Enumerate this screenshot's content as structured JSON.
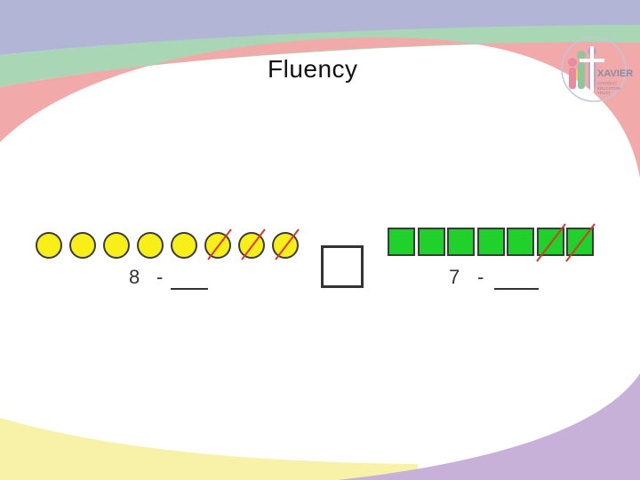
{
  "slide": {
    "title": "Fluency",
    "logo": {
      "name": "XAVIER",
      "subtitle_lines": [
        "CATHOLIC",
        "EDUCATION",
        "TRUST"
      ]
    },
    "colors": {
      "band_lavender": "#b3b5d6",
      "band_green": "#a9d7b6",
      "band_pink": "#f2a9a9",
      "band_yellow": "#f7f2a8",
      "band_purple": "#c7b1d8",
      "counter_yellow": "#f7ef17",
      "counter_green": "#1fd12a",
      "strike_red": "#d43a2a"
    }
  },
  "left_problem": {
    "counter_shape": "circle",
    "total": 8,
    "crossed_out": 3,
    "minuend": "8",
    "operator": "-"
  },
  "right_problem": {
    "counter_shape": "square",
    "total": 7,
    "crossed_out": 2,
    "minuend": "7",
    "operator": "-"
  }
}
